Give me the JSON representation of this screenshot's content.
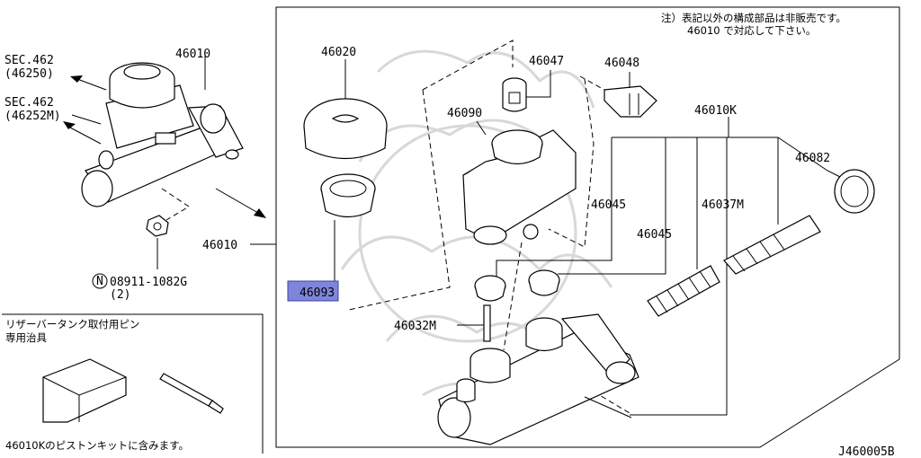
{
  "labels": {
    "p46010_top": "46010",
    "sec_a_1": "SEC.462",
    "sec_a_2": "(46250)",
    "sec_b_1": "SEC.462",
    "sec_b_2": "(46252M)",
    "p46010_side": "46010",
    "nut_1": "08911-1082G",
    "nut_n": "N",
    "nut_2": "(2)",
    "p46020": "46020",
    "p46047": "46047",
    "p46048": "46048",
    "p46090": "46090",
    "p46010K": "46010K",
    "p46082": "46082",
    "p46045_a": "46045",
    "p46045_b": "46045",
    "p46037M": "46037M",
    "p46093": "46093",
    "p46032M": "46032M"
  },
  "notes": {
    "top_1": "注）表記以外の構成部品は非販売です。",
    "top_2": "46010 で対応して下さい。",
    "tool_1": "リザーバータンク取付用ピン",
    "tool_2": "専用治具",
    "kit": "46010Kのピストンキットに含みます。"
  },
  "diagram_id": "J460005B",
  "highlight_color": "#7f86d9"
}
